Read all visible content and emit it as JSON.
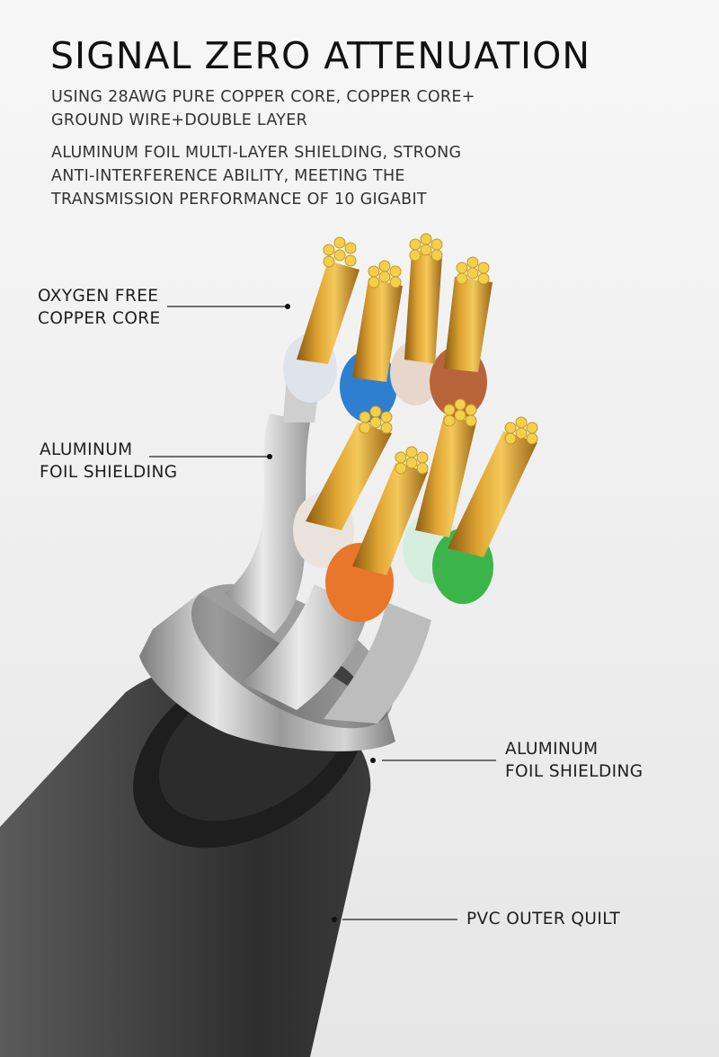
{
  "heading": {
    "title": "SIGNAL ZERO ATTENUATION"
  },
  "description": {
    "line1": "USING 28AWG PURE COPPER CORE, COPPER CORE+",
    "line2": "GROUND WIRE+DOUBLE LAYER",
    "line3": "ALUMINUM FOIL MULTI-LAYER SHIELDING, STRONG",
    "line4": "ANTI-INTERFERENCE ABILITY, MEETING THE",
    "line5": "TRANSMISSION PERFORMANCE OF 10 GIGABIT"
  },
  "callouts": {
    "copper_core": {
      "line1": "OXYGEN FREE",
      "line2": "COPPER CORE"
    },
    "pair_shielding": {
      "line1": "ALUMINUM",
      "line2": "FOIL SHIELDING"
    },
    "overall_shielding": {
      "line1": "ALUMINUM",
      "line2": "FOIL SHIELDING"
    },
    "outer_jacket": {
      "line1": "PVC OUTER QUILT"
    }
  },
  "colors": {
    "background": "#eeeeee",
    "copper": "#d9a030",
    "copper_tip": "#f2d04a",
    "jacket": "#3c3c3c",
    "foil": "#c8c8c8",
    "insulation_blue": "#2f7fd0",
    "insulation_brown": "#b8643a",
    "insulation_orange": "#e8772b",
    "insulation_green": "#3bb54a",
    "insulation_white": "#e9e3dc"
  }
}
